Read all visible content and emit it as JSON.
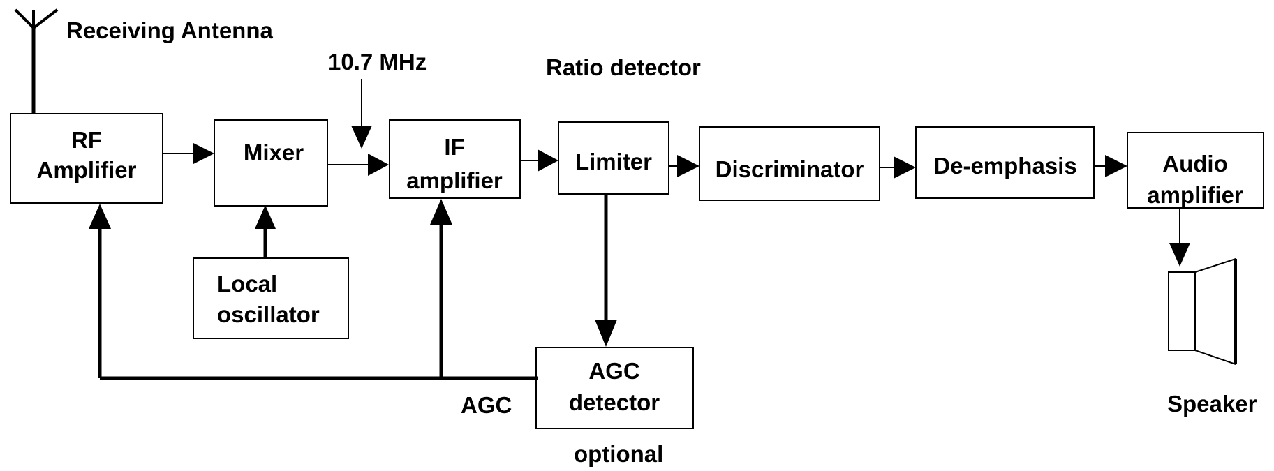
{
  "labels": {
    "receiving_antenna": "Receiving Antenna",
    "if_frequency": "10.7 MHz",
    "ratio_detector": "Ratio detector",
    "agc": "AGC",
    "optional": "optional",
    "speaker": "Speaker"
  },
  "blocks": {
    "rf_amplifier": [
      "RF",
      "Amplifier"
    ],
    "mixer": [
      "Mixer"
    ],
    "local_oscillator": [
      "Local",
      "oscillator"
    ],
    "if_amplifier": [
      "IF",
      "amplifier"
    ],
    "limiter": [
      "Limiter"
    ],
    "discriminator": [
      "Discriminator"
    ],
    "de_emphasis": [
      "De-emphasis"
    ],
    "audio_amplifier": [
      "Audio",
      "amplifier"
    ],
    "agc_detector": [
      "AGC",
      "detector"
    ]
  }
}
